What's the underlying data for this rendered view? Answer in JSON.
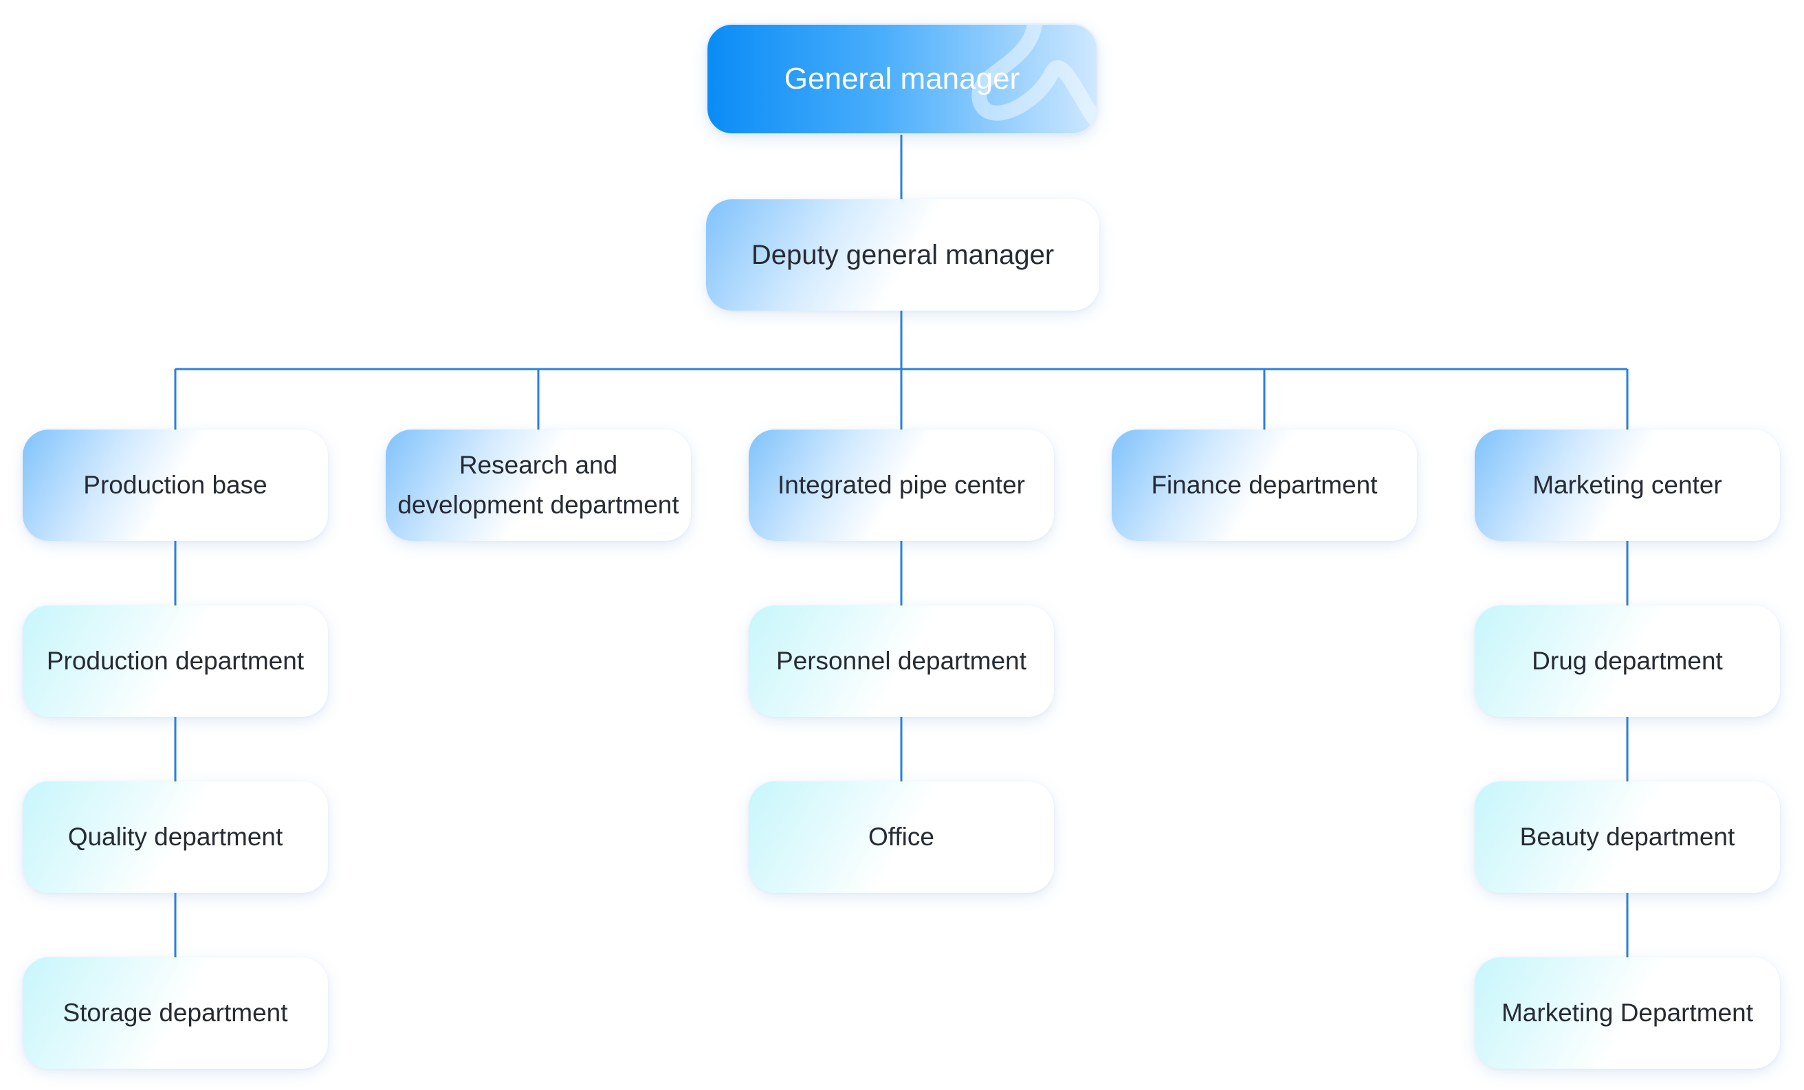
{
  "org_chart": {
    "root": {
      "label": "General manager"
    },
    "deputy": {
      "label": "Deputy general manager"
    },
    "departments": [
      {
        "label": "Production base",
        "children": [
          "Production department",
          "Quality department",
          "Storage department"
        ]
      },
      {
        "label": "Research and development department",
        "children": []
      },
      {
        "label": "Integrated pipe center",
        "children": [
          "Personnel department",
          "Office"
        ]
      },
      {
        "label": "Finance department",
        "children": []
      },
      {
        "label": "Marketing center",
        "children": [
          "Drug department",
          "Beauty department",
          "Marketing Department"
        ]
      }
    ]
  },
  "colors": {
    "connector": "#2a7fe0",
    "root_gradient_start": "#0a8cf6",
    "department_accent": "#7fc2fb",
    "sub_department_accent": "#c7f6fb",
    "text": "#262b33"
  }
}
